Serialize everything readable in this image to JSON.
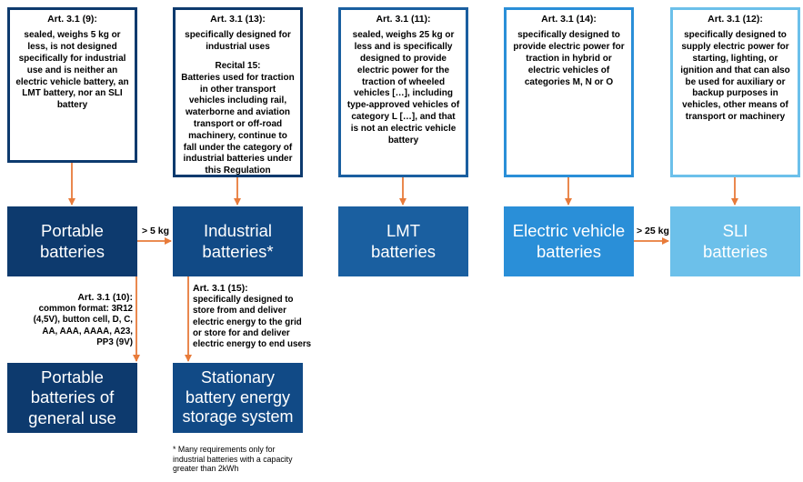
{
  "boxes": {
    "portable": {
      "title": "Art. 3.1 (9):",
      "text": "sealed, weighs 5 kg or less, is not designed specifically for industrial use and is neither an electric vehicle battery, an LMT battery, nor an SLI battery"
    },
    "industrial": {
      "title": "Art. 3.1 (13):",
      "text": "specifically designed for industrial uses",
      "recital_title": "Recital 15:",
      "recital_text": "Batteries used for traction in other transport vehicles including rail, waterborne and aviation transport or off-road machinery, continue to fall under the category of industrial batteries under this Regulation"
    },
    "lmt": {
      "title": "Art. 3.1 (11):",
      "text": "sealed, weighs 25 kg or less and is specifically designed to provide electric power for the traction of wheeled vehicles […], including type-approved vehicles of category L […], and that is not an electric vehicle battery"
    },
    "ev": {
      "title": "Art. 3.1 (14):",
      "text": "specifically designed to provide electric power for traction in hybrid or electric vehicles of categories M, N or O"
    },
    "sli": {
      "title": "Art. 3.1 (12):",
      "text": "specifically designed to supply electric power for starting, lighting, or ignition and that can also be used for auxiliary or backup purposes in vehicles, other means of transport or machinery"
    }
  },
  "categories": {
    "portable": "Portable batteries",
    "industrial": "Industrial batteries*",
    "lmt": "LMT batteries",
    "ev": "Electric vehicle batteries",
    "sli": "SLI batteries",
    "portable_general": "Portable batteries of general use",
    "stationary": "Stationary battery energy storage system"
  },
  "notes": {
    "general_use": {
      "title": "Art. 3.1 (10):",
      "text": "common format: 3R12 (4,5V), button cell, D, C, AA, AAA, AAAA, A23, PP3 (9V)"
    },
    "stationary": {
      "title": "Art. 3.1 (15):",
      "text": "specifically designed to store from and deliver electric energy to the grid or store for and deliver electric energy to end users"
    }
  },
  "labels": {
    "portable_to_industrial": "> 5 kg",
    "ev_to_sli": "> 25 kg"
  },
  "footnote": "* Many requirements only for industrial batteries with a capacity greater than 2kWh",
  "colors": {
    "dark_blue": "#0d3a6e",
    "mid_blue": "#1a5fa0",
    "bright_blue": "#2a8fd8",
    "light_blue": "#6cc0ea",
    "arrow_orange": "#e87b3a"
  }
}
